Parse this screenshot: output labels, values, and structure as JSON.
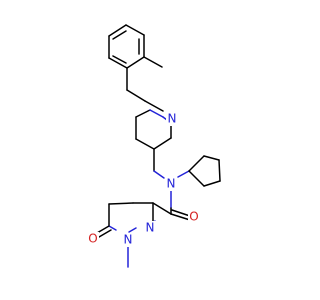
{
  "molecule": {
    "atoms": {
      "n_piperidine": "N",
      "n_amide": "N",
      "o_amide": "O",
      "n_ring_imine": "N",
      "n_ring_methyl": "N",
      "o_ring": "O"
    },
    "colors": {
      "bond": "#000000",
      "nitrogen": "#2323d8",
      "oxygen": "#d42020",
      "background": "#ffffff"
    }
  }
}
